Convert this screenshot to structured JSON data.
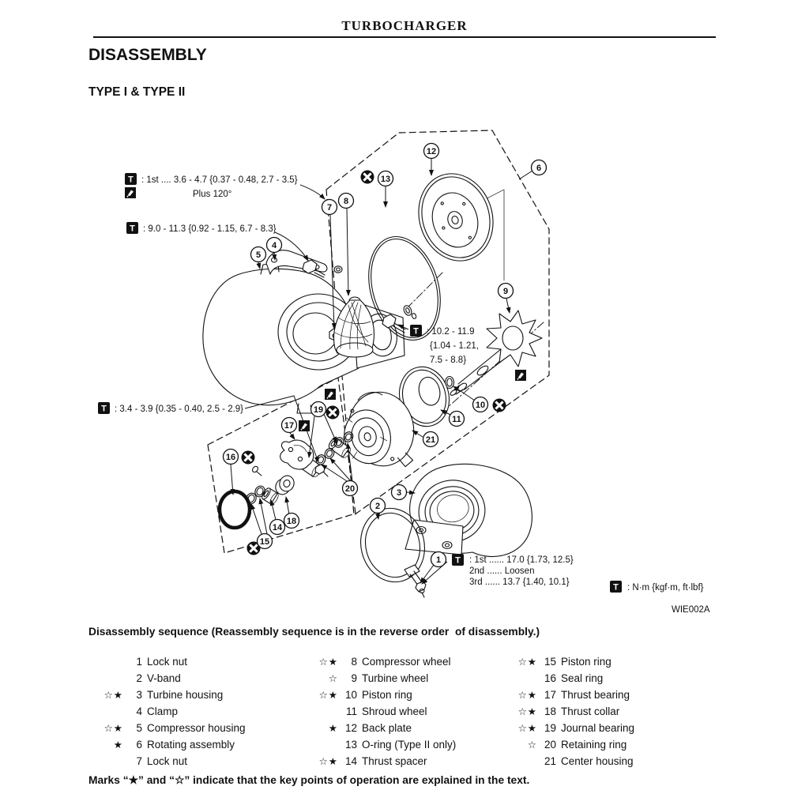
{
  "page": {
    "header_title": "TURBOCHARGER",
    "section_title": "DISASSEMBLY",
    "subsection_title": "TYPE I & TYPE II",
    "figure_code": "WIE002A",
    "sequence_note": "Disassembly sequence (Reassembly sequence is in the reverse order  of disassembly.)",
    "marks_note": "Marks “★” and “☆” indicate that the key points of operation are explained in the text."
  },
  "diagram": {
    "torque_icon": "T",
    "icon_legend": {
      "torque-icon": "black square with white T = tightening torque",
      "sealant-icon": "black square with applicator = apply lubricant/sealant",
      "non-reusable-icon": "black circle with white X = non-reusable part"
    },
    "ink_color": "#111111",
    "torque_specs": {
      "spec1_line1": ": 1st .... 3.6 - 4.7 {0.37 - 0.48, 2.7 - 3.5}",
      "spec1_line2": "Plus 120°",
      "spec2": ": 9.0 - 11.3 {0.92 - 1.15, 6.7 - 8.3}",
      "spec3": ": 3.4 - 3.9 {0.35 - 0.40, 2.5 - 2.9}",
      "spec4_line1": ": 10.2 - 11.9",
      "spec4_line2": "{1.04 - 1.21,",
      "spec4_line3": "7.5 - 8.8}",
      "spec5_line1": ": 1st ...... 17.0 {1.73, 12.5}",
      "spec5_line2": "2nd ...... Loosen",
      "spec5_line3": "3rd ...... 13.7 {1.40, 10.1}",
      "unit_legend": ": N·m {kgf·m, ft·lbf}"
    },
    "callouts": {
      "c1": "1",
      "c2": "2",
      "c3": "3",
      "c4": "4",
      "c5": "5",
      "c6": "6",
      "c7": "7",
      "c8": "8",
      "c9": "9",
      "c10": "10",
      "c11": "11",
      "c12": "12",
      "c13": "13",
      "c14": "14",
      "c15": "15",
      "c16": "16",
      "c17": "17",
      "c18": "18",
      "c19": "19",
      "c20": "20",
      "c21": "21"
    }
  },
  "parts_list": {
    "columns": [
      {
        "items": [
          {
            "marks": "",
            "num": "1",
            "name": "Lock nut"
          },
          {
            "marks": "",
            "num": "2",
            "name": "V-band"
          },
          {
            "marks": "☆★",
            "num": "3",
            "name": "Turbine housing"
          },
          {
            "marks": "",
            "num": "4",
            "name": "Clamp"
          },
          {
            "marks": "☆★",
            "num": "5",
            "name": "Compressor housing"
          },
          {
            "marks": "★",
            "num": "6",
            "name": "Rotating assembly"
          },
          {
            "marks": "",
            "num": "7",
            "name": "Lock nut"
          }
        ]
      },
      {
        "items": [
          {
            "marks": "☆★",
            "num": "8",
            "name": "Compressor wheel"
          },
          {
            "marks": "☆",
            "num": "9",
            "name": "Turbine wheel"
          },
          {
            "marks": "☆★",
            "num": "10",
            "name": "Piston ring"
          },
          {
            "marks": "",
            "num": "11",
            "name": "Shroud wheel"
          },
          {
            "marks": "★",
            "num": "12",
            "name": "Back plate"
          },
          {
            "marks": "",
            "num": "13",
            "name": "O-ring (Type II only)"
          },
          {
            "marks": "☆★",
            "num": "14",
            "name": "Thrust spacer"
          }
        ]
      },
      {
        "items": [
          {
            "marks": "☆★",
            "num": "15",
            "name": "Piston ring"
          },
          {
            "marks": "",
            "num": "16",
            "name": "Seal ring"
          },
          {
            "marks": "☆★",
            "num": "17",
            "name": "Thrust bearing"
          },
          {
            "marks": "☆★",
            "num": "18",
            "name": "Thrust collar"
          },
          {
            "marks": "☆★",
            "num": "19",
            "name": "Journal bearing"
          },
          {
            "marks": "☆",
            "num": "20",
            "name": "Retaining ring"
          },
          {
            "marks": "",
            "num": "21",
            "name": "Center housing"
          }
        ]
      }
    ]
  }
}
